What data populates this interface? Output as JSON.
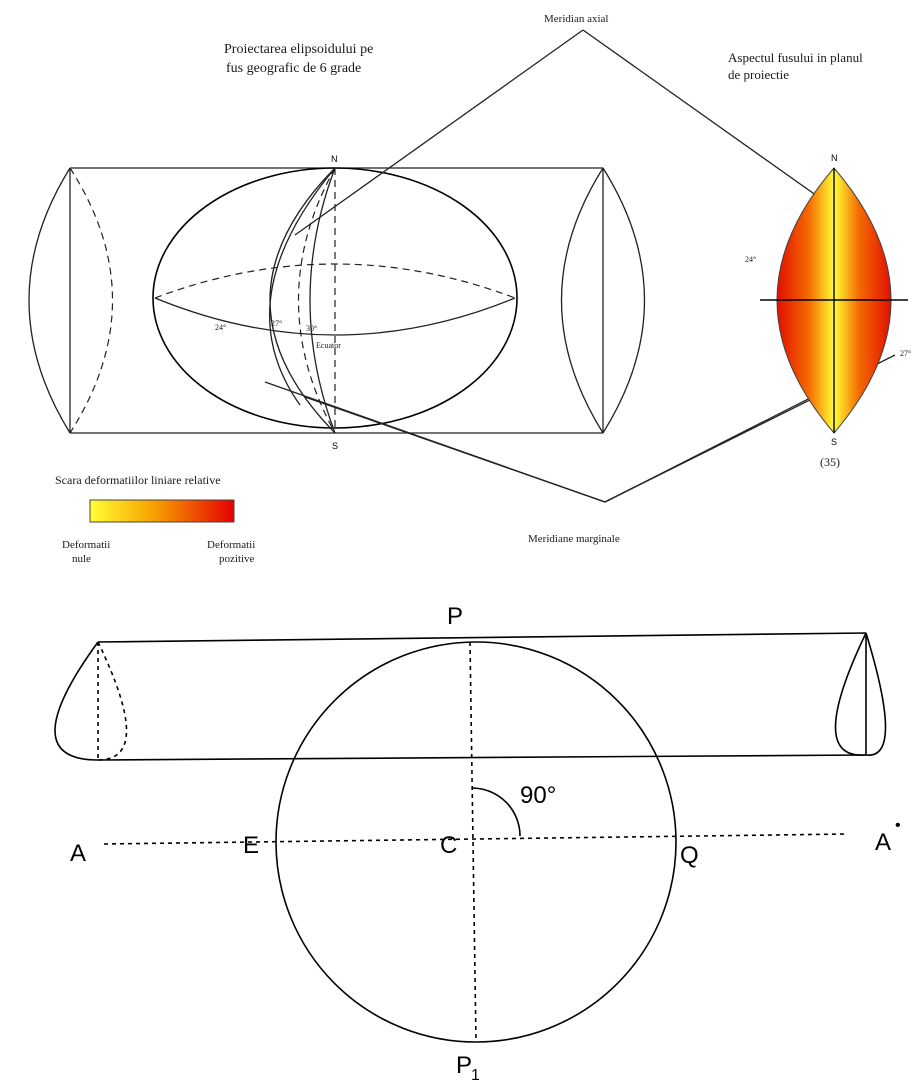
{
  "top_figure": {
    "title_line1": "Proiectarea elipsoidului pe",
    "title_line2": "fus geografic de 6 grade",
    "axial_meridian_label": "Meridian axial",
    "fus_title_line1": "Aspectul fusului in planul",
    "fus_title_line2": "de proiectie",
    "north": "N",
    "south": "S",
    "fus_north": "N",
    "fus_south": "S",
    "deg_24": "24°",
    "deg_27": "27°",
    "deg_30": "30°",
    "equator_label": "Ecuator",
    "fus_deg_24": "24°",
    "fus_deg_27": "27°",
    "figure_number": "(35)",
    "scale_title": "Scara deformatiilor liniare relative",
    "null_label_line1": "Deformatii",
    "null_label_line2": "nule",
    "positive_label_line1": "Deformatii",
    "positive_label_line2": "pozitive",
    "marginal_meridians_label": "Meridiane marginale",
    "colors": {
      "null_deformation": "#ffff33",
      "positive_deformation": "#e50000"
    }
  },
  "bottom_figure": {
    "top_pole": "P",
    "bottom_pole": "P",
    "bottom_pole_subscript": "1",
    "left_point": "A",
    "right_point": "A",
    "right_point_mark": "•",
    "equator_left": "E",
    "center": "C",
    "equator_right": "Q",
    "angle_label": "90°"
  }
}
